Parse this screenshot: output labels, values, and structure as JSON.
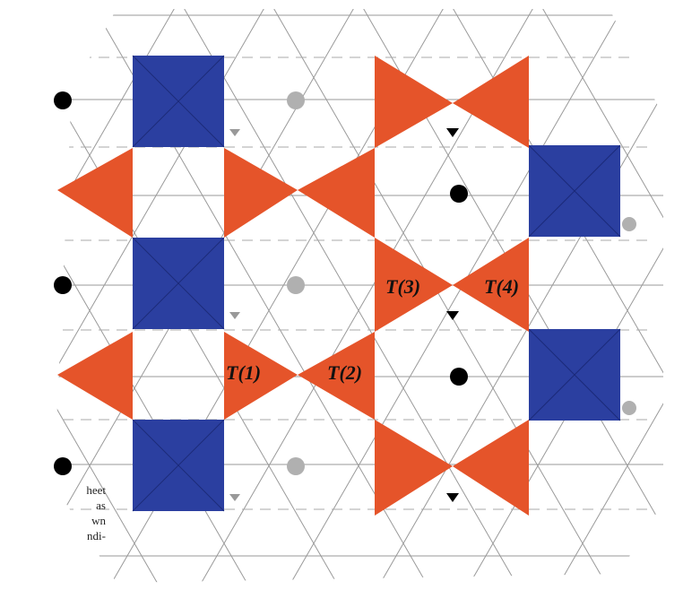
{
  "colors": {
    "octahedron": "#2b3fa0",
    "tetrahedron": "#e5542a",
    "linework": "#9a9a9a",
    "dashes": "#a9a9a9",
    "black_site": "#000000",
    "gray_site": "#b0b0b0"
  },
  "tetrahedron_labels": [
    "T(1)",
    "T(2)",
    "T(3)",
    "T(4)"
  ],
  "caption_fragments": [
    "heet",
    "as",
    "wn",
    "ndi-"
  ]
}
